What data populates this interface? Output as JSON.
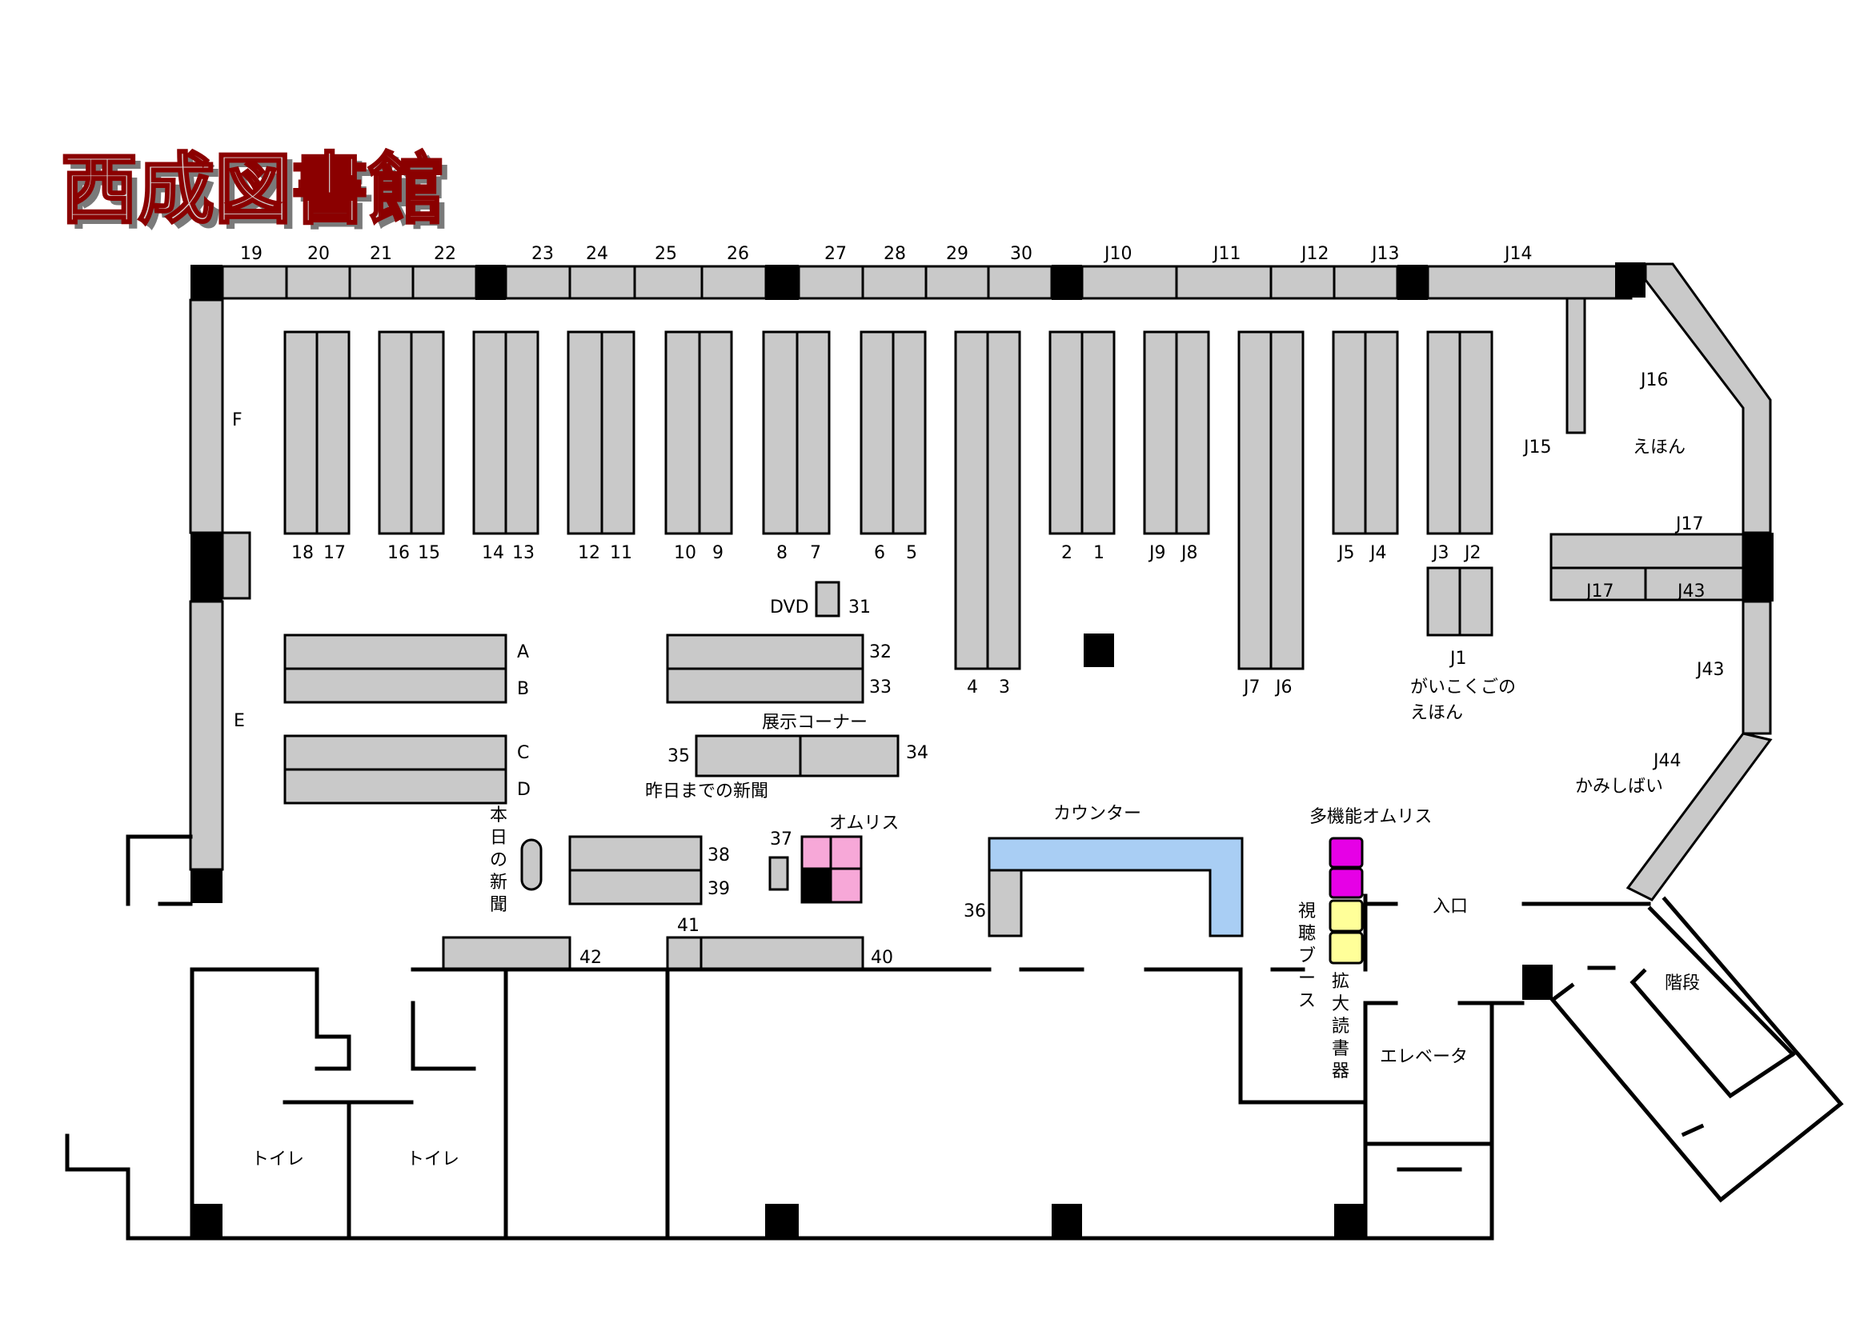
{
  "title": "西成図書館",
  "colors": {
    "shelf": "#c9c9c9",
    "counter": "#a9cef4",
    "omuris": "#f7a8d8",
    "multi_omuris": "#e600e6",
    "booth": "#ffff99"
  },
  "labels": {
    "top_wall": [
      "19",
      "20",
      "21",
      "22",
      "23",
      "24",
      "25",
      "26",
      "27",
      "28",
      "29",
      "30",
      "J10",
      "J11",
      "J12",
      "J13",
      "J14"
    ],
    "side_F": "F",
    "side_E": "E",
    "shelf_pairs": [
      "18",
      "17",
      "16",
      "15",
      "14",
      "13",
      "12",
      "11",
      "10",
      "9",
      "8",
      "7",
      "6",
      "5",
      "4",
      "3",
      "2",
      "1",
      "J9",
      "J8",
      "J7",
      "J6",
      "J5",
      "J4",
      "J3",
      "J2"
    ],
    "J15": "J15",
    "J16": "J16",
    "ehon1": "えほん",
    "J17a": "J17",
    "J17b": "J17",
    "J43a": "J43",
    "J43b": "J43",
    "J44": "J44",
    "kamishibai": "かみしばい",
    "J1": "J1",
    "gaikokugo1": "がいこくごの",
    "gaikokugo2": "えほん",
    "dvd": "DVD",
    "n31": "31",
    "A": "A",
    "B": "B",
    "C": "C",
    "D": "D",
    "n32": "32",
    "n33": "33",
    "tenji": "展示コーナー",
    "n34": "34",
    "n35": "35",
    "sakujitsu": "昨日までの新聞",
    "honjitsu": [
      "本",
      "日",
      "の",
      "新",
      "聞"
    ],
    "n38": "38",
    "n39": "39",
    "n37": "37",
    "omuris": "オムリス",
    "counter": "カウンター",
    "n36": "36",
    "multi_omuris": "多機能オムリス",
    "booth": [
      "視",
      "聴",
      "ブ",
      "ー",
      "ス"
    ],
    "kakudai": [
      "拡",
      "大",
      "読",
      "書",
      "器"
    ],
    "entrance": "入口",
    "elevator": "エレベータ",
    "stairs": "階段",
    "n41": "41",
    "n42": "42",
    "n40": "40",
    "toilet1": "トイレ",
    "toilet2": "トイレ"
  }
}
